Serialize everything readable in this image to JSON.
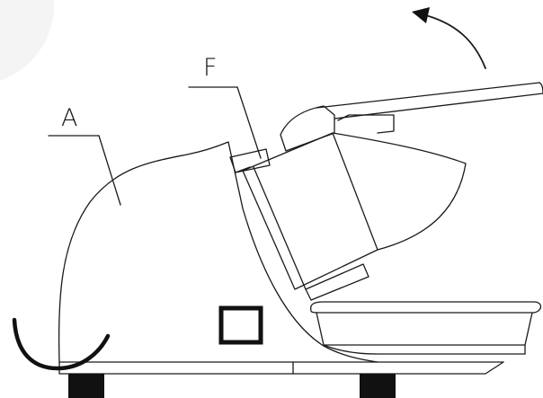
{
  "diagram": {
    "labels": {
      "a": "A",
      "f": "F"
    },
    "arrow_direction": "counter-clockwise",
    "colors": {
      "ink": "#1a1a1a",
      "background": "#ffffff"
    }
  }
}
